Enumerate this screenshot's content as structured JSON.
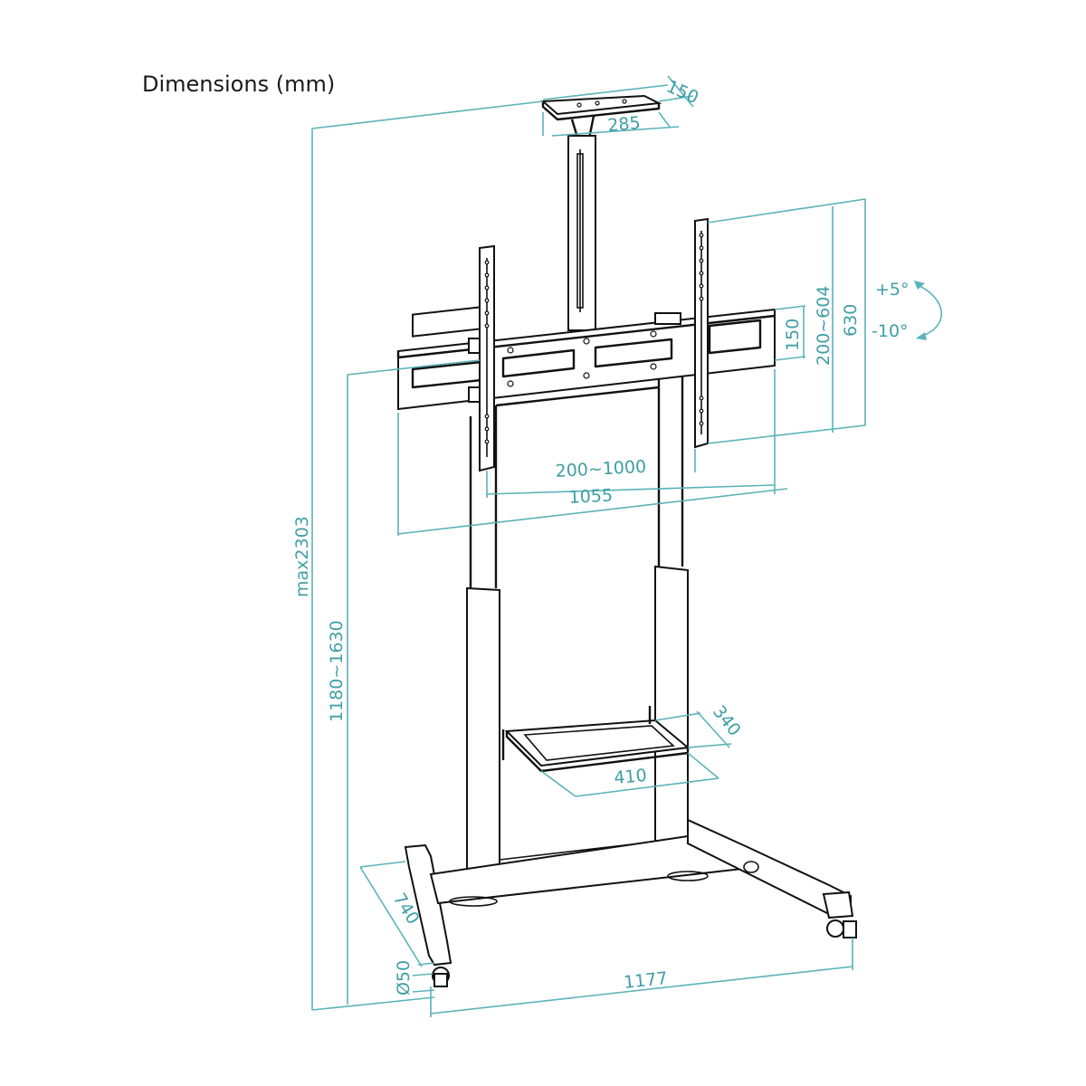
{
  "title": "Dimensions (mm)",
  "dimensions": {
    "top_tray_depth": "150",
    "top_tray_width": "285",
    "bracket_height_150": "150",
    "vesa_vertical": "200~604",
    "bracket_height_630": "630",
    "tilt_up": "+5°",
    "tilt_down": "-10°",
    "vesa_horizontal": "200~1000",
    "bracket_width": "1055",
    "max_height": "max2303",
    "height_range": "1180~1630",
    "shelf_depth": "340",
    "shelf_width": "410",
    "base_depth": "740",
    "caster_diameter": "Ø50",
    "base_width": "1177"
  },
  "colors": {
    "dimension": "#3f9fa6",
    "ink": "#111111"
  }
}
